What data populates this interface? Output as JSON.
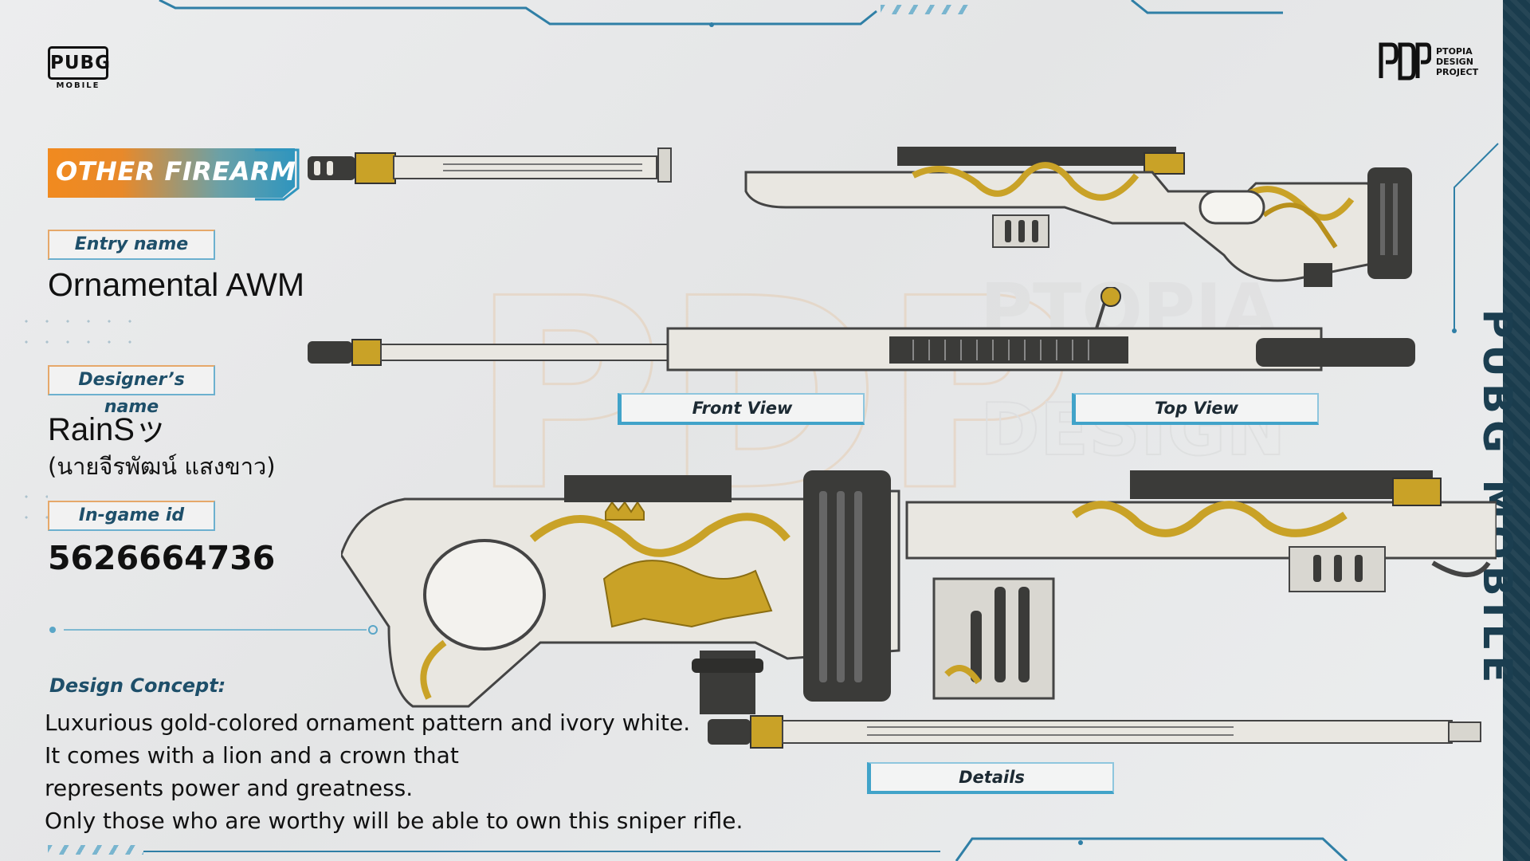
{
  "brand": {
    "left_logo_text": "PUBG",
    "left_logo_sub": "MOBILE",
    "right_logo_mark": "PDP",
    "right_logo_lines": [
      "PTOPIA",
      "DESIGN",
      "PROJECT"
    ],
    "side_banner": "PUBG MOBILE",
    "watermark_mark": "PDP",
    "watermark_lines": [
      "PTOPIA",
      "DESIGN"
    ]
  },
  "category": "OTHER FIREARMS",
  "entry": {
    "label": "Entry name",
    "value": "Ornamental AWM"
  },
  "designer": {
    "label": "Designer’s name",
    "value": "RainSッ",
    "real_name": "(นายจีรพัฒน์ แสงขาว)"
  },
  "ingame": {
    "label": "In-game id",
    "value": "5626664736"
  },
  "concept": {
    "title": "Design Concept:",
    "lines": [
      "Luxurious gold-colored ornament pattern and ivory white.",
      "It comes with a lion and a crown that",
      "represents power and greatness.",
      "Only those who are worthy will be able to own this sniper rifle."
    ]
  },
  "views": {
    "front": "Front View",
    "top": "Top View",
    "details": "Details"
  },
  "colors": {
    "accent_blue": "#41a3c9",
    "accent_orange": "#f18a1f",
    "gold": "#c9a227",
    "ivory": "#e9e7e1",
    "dark_metal": "#3b3b39"
  }
}
